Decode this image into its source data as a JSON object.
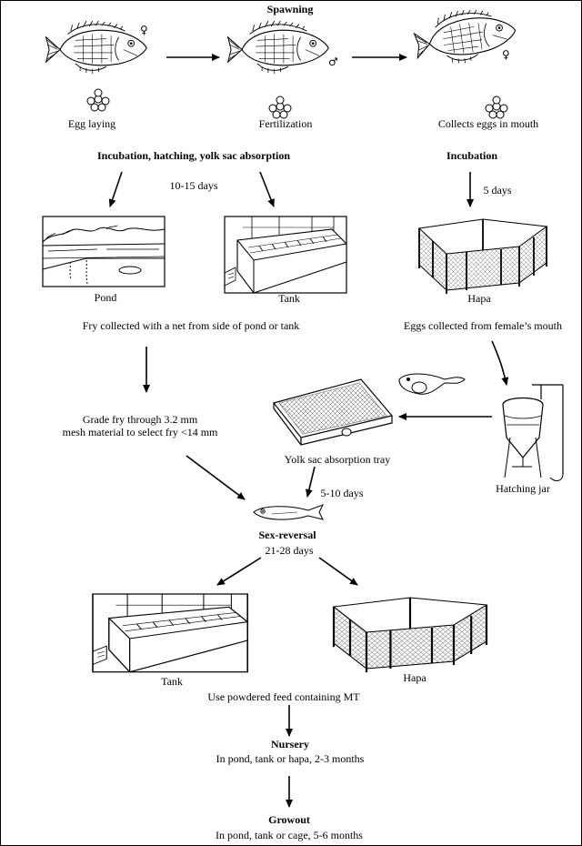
{
  "spawning": {
    "title": "Spawning",
    "egg_laying": "Egg laying",
    "fertilization": "Fertilization",
    "collects_eggs": "Collects eggs in mouth",
    "female_symbol": "♀",
    "male_symbol": "♂"
  },
  "incubation_left": {
    "title": "Incubation, hatching, yolk sac absorption",
    "duration": "10-15 days",
    "pond": "Pond",
    "tank": "Tank",
    "fry_note": "Fry collected with a net from side of pond or tank"
  },
  "incubation_right": {
    "title": "Incubation",
    "duration": "5 days",
    "hapa": "Hapa",
    "eggs_note": "Eggs collected from female’s mouth",
    "hatching_jar": "Hatching jar",
    "yolk_tray": "Yolk sac absorption tray"
  },
  "grading": {
    "text": "Grade fry through 3.2 mm\nmesh material to select fry <14 mm"
  },
  "sex_reversal": {
    "tray_duration": "5-10 days",
    "title": "Sex-reversal",
    "duration": "21-28 days",
    "tank": "Tank",
    "hapa": "Hapa",
    "feed_note": "Use powdered feed containing MT"
  },
  "nursery": {
    "title": "Nursery",
    "note": "In pond, tank or hapa, 2-3 months"
  },
  "growout": {
    "title": "Growout",
    "note": "In pond, tank or cage, 5-6 months"
  }
}
